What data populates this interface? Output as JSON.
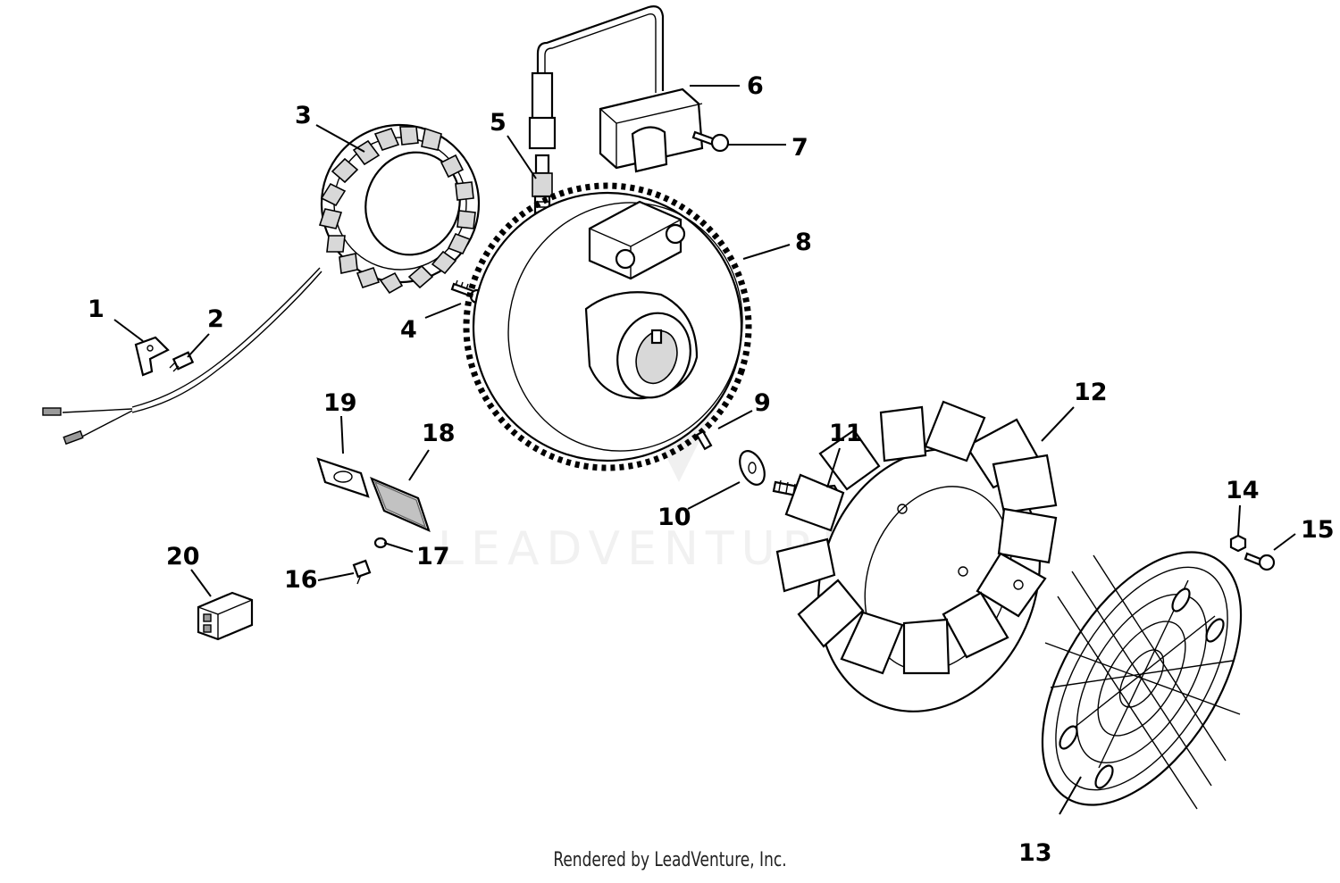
{
  "callouts": [
    {
      "n": "1"
    },
    {
      "n": "2"
    },
    {
      "n": "3"
    },
    {
      "n": "4"
    },
    {
      "n": "5"
    },
    {
      "n": "6"
    },
    {
      "n": "7"
    },
    {
      "n": "8"
    },
    {
      "n": "9"
    },
    {
      "n": "10"
    },
    {
      "n": "11"
    },
    {
      "n": "12"
    },
    {
      "n": "13"
    },
    {
      "n": "14"
    },
    {
      "n": "15"
    },
    {
      "n": "16"
    },
    {
      "n": "17"
    },
    {
      "n": "18"
    },
    {
      "n": "19"
    },
    {
      "n": "20"
    }
  ],
  "watermark": "LEADVENTURE",
  "footer": "Rendered by LeadVenture, Inc."
}
